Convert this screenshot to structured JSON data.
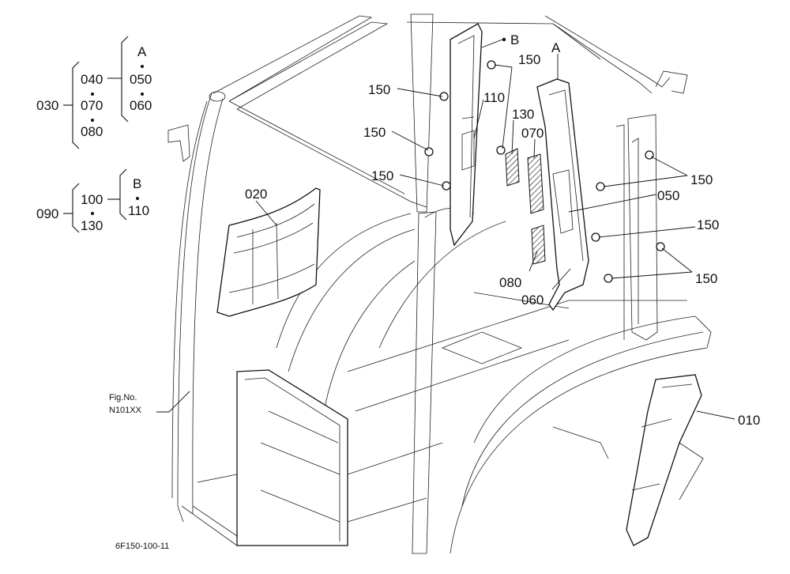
{
  "tree": {
    "root_a": "030",
    "group_a": [
      "040",
      "070",
      "080"
    ],
    "sub_a_letter": "A",
    "sub_a": [
      "050",
      "060"
    ],
    "root_b": "090",
    "group_b": [
      "100",
      "130"
    ],
    "sub_b_letter": "B",
    "sub_b": [
      "110"
    ]
  },
  "callouts": {
    "b_top": "B",
    "a_top": "A",
    "p150_1": "150",
    "p150_2": "150",
    "p150_3": "150",
    "p150_4": "150",
    "p150_5": "150",
    "p150_6": "150",
    "p150_7": "150",
    "p110": "110",
    "p130": "130",
    "p070": "070",
    "p050": "050",
    "p080": "080",
    "p060": "060",
    "p020": "020",
    "p010": "010"
  },
  "fig": {
    "label": "Fig.No.",
    "number": "N101XX"
  },
  "footer": "6F150-100-11"
}
